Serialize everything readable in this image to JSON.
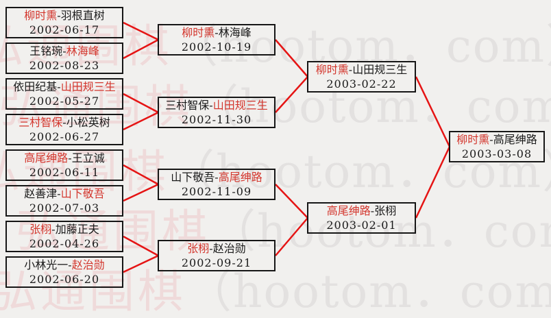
{
  "watermark": {
    "cjk_text": "弘通围棋",
    "latin_text": "（hootom．com）",
    "repeats": 3
  },
  "colors": {
    "winner": "#d3362d",
    "connector": "#e51414",
    "box_border": "#161616",
    "background": "#f1f0ee"
  },
  "bracket": {
    "separator": "-",
    "round1": [
      {
        "p1": {
          "name": "柳时熏",
          "result": "win"
        },
        "p2": {
          "name": "羽根直树",
          "result": "loss"
        },
        "date": "2002-06-17"
      },
      {
        "p1": {
          "name": "王铭琬",
          "result": "loss"
        },
        "p2": {
          "name": "林海峰",
          "result": "win"
        },
        "date": "2002-08-23"
      },
      {
        "p1": {
          "name": "依田纪基",
          "result": "loss"
        },
        "p2": {
          "name": "山田规三生",
          "result": "win"
        },
        "date": "2002-05-27"
      },
      {
        "p1": {
          "name": "三村智保",
          "result": "win"
        },
        "p2": {
          "name": "小松英树",
          "result": "loss"
        },
        "date": "2002-06-27"
      },
      {
        "p1": {
          "name": "高尾绅路",
          "result": "win"
        },
        "p2": {
          "name": "王立诚",
          "result": "loss"
        },
        "date": "2002-06-11"
      },
      {
        "p1": {
          "name": "赵善津",
          "result": "loss"
        },
        "p2": {
          "name": "山下敬吾",
          "result": "win"
        },
        "date": "2002-07-03"
      },
      {
        "p1": {
          "name": "张栩",
          "result": "win"
        },
        "p2": {
          "name": "加藤正夫",
          "result": "loss"
        },
        "date": "2002-04-26"
      },
      {
        "p1": {
          "name": "小林光一",
          "result": "loss"
        },
        "p2": {
          "name": "赵治勋",
          "result": "win"
        },
        "date": "2002-06-20"
      }
    ],
    "round2": [
      {
        "p1": {
          "name": "柳时熏",
          "result": "win"
        },
        "p2": {
          "name": "林海峰",
          "result": "loss"
        },
        "date": "2002-10-19"
      },
      {
        "p1": {
          "name": "三村智保",
          "result": "loss"
        },
        "p2": {
          "name": "山田规三生",
          "result": "win"
        },
        "date": "2002-11-30"
      },
      {
        "p1": {
          "name": "山下敬吾",
          "result": "loss"
        },
        "p2": {
          "name": "高尾绅路",
          "result": "win"
        },
        "date": "2002-11-09"
      },
      {
        "p1": {
          "name": "张栩",
          "result": "win"
        },
        "p2": {
          "name": "赵治勋",
          "result": "loss"
        },
        "date": "2002-09-21"
      }
    ],
    "round3": [
      {
        "p1": {
          "name": "柳时熏",
          "result": "win"
        },
        "p2": {
          "name": "山田规三生",
          "result": "loss"
        },
        "date": "2003-02-22"
      },
      {
        "p1": {
          "name": "高尾绅路",
          "result": "win"
        },
        "p2": {
          "name": "张栩",
          "result": "loss"
        },
        "date": "2003-02-01"
      }
    ],
    "final": [
      {
        "p1": {
          "name": "柳时熏",
          "result": "win"
        },
        "p2": {
          "name": "高尾绅路",
          "result": "loss"
        },
        "date": "2003-03-08"
      }
    ]
  }
}
